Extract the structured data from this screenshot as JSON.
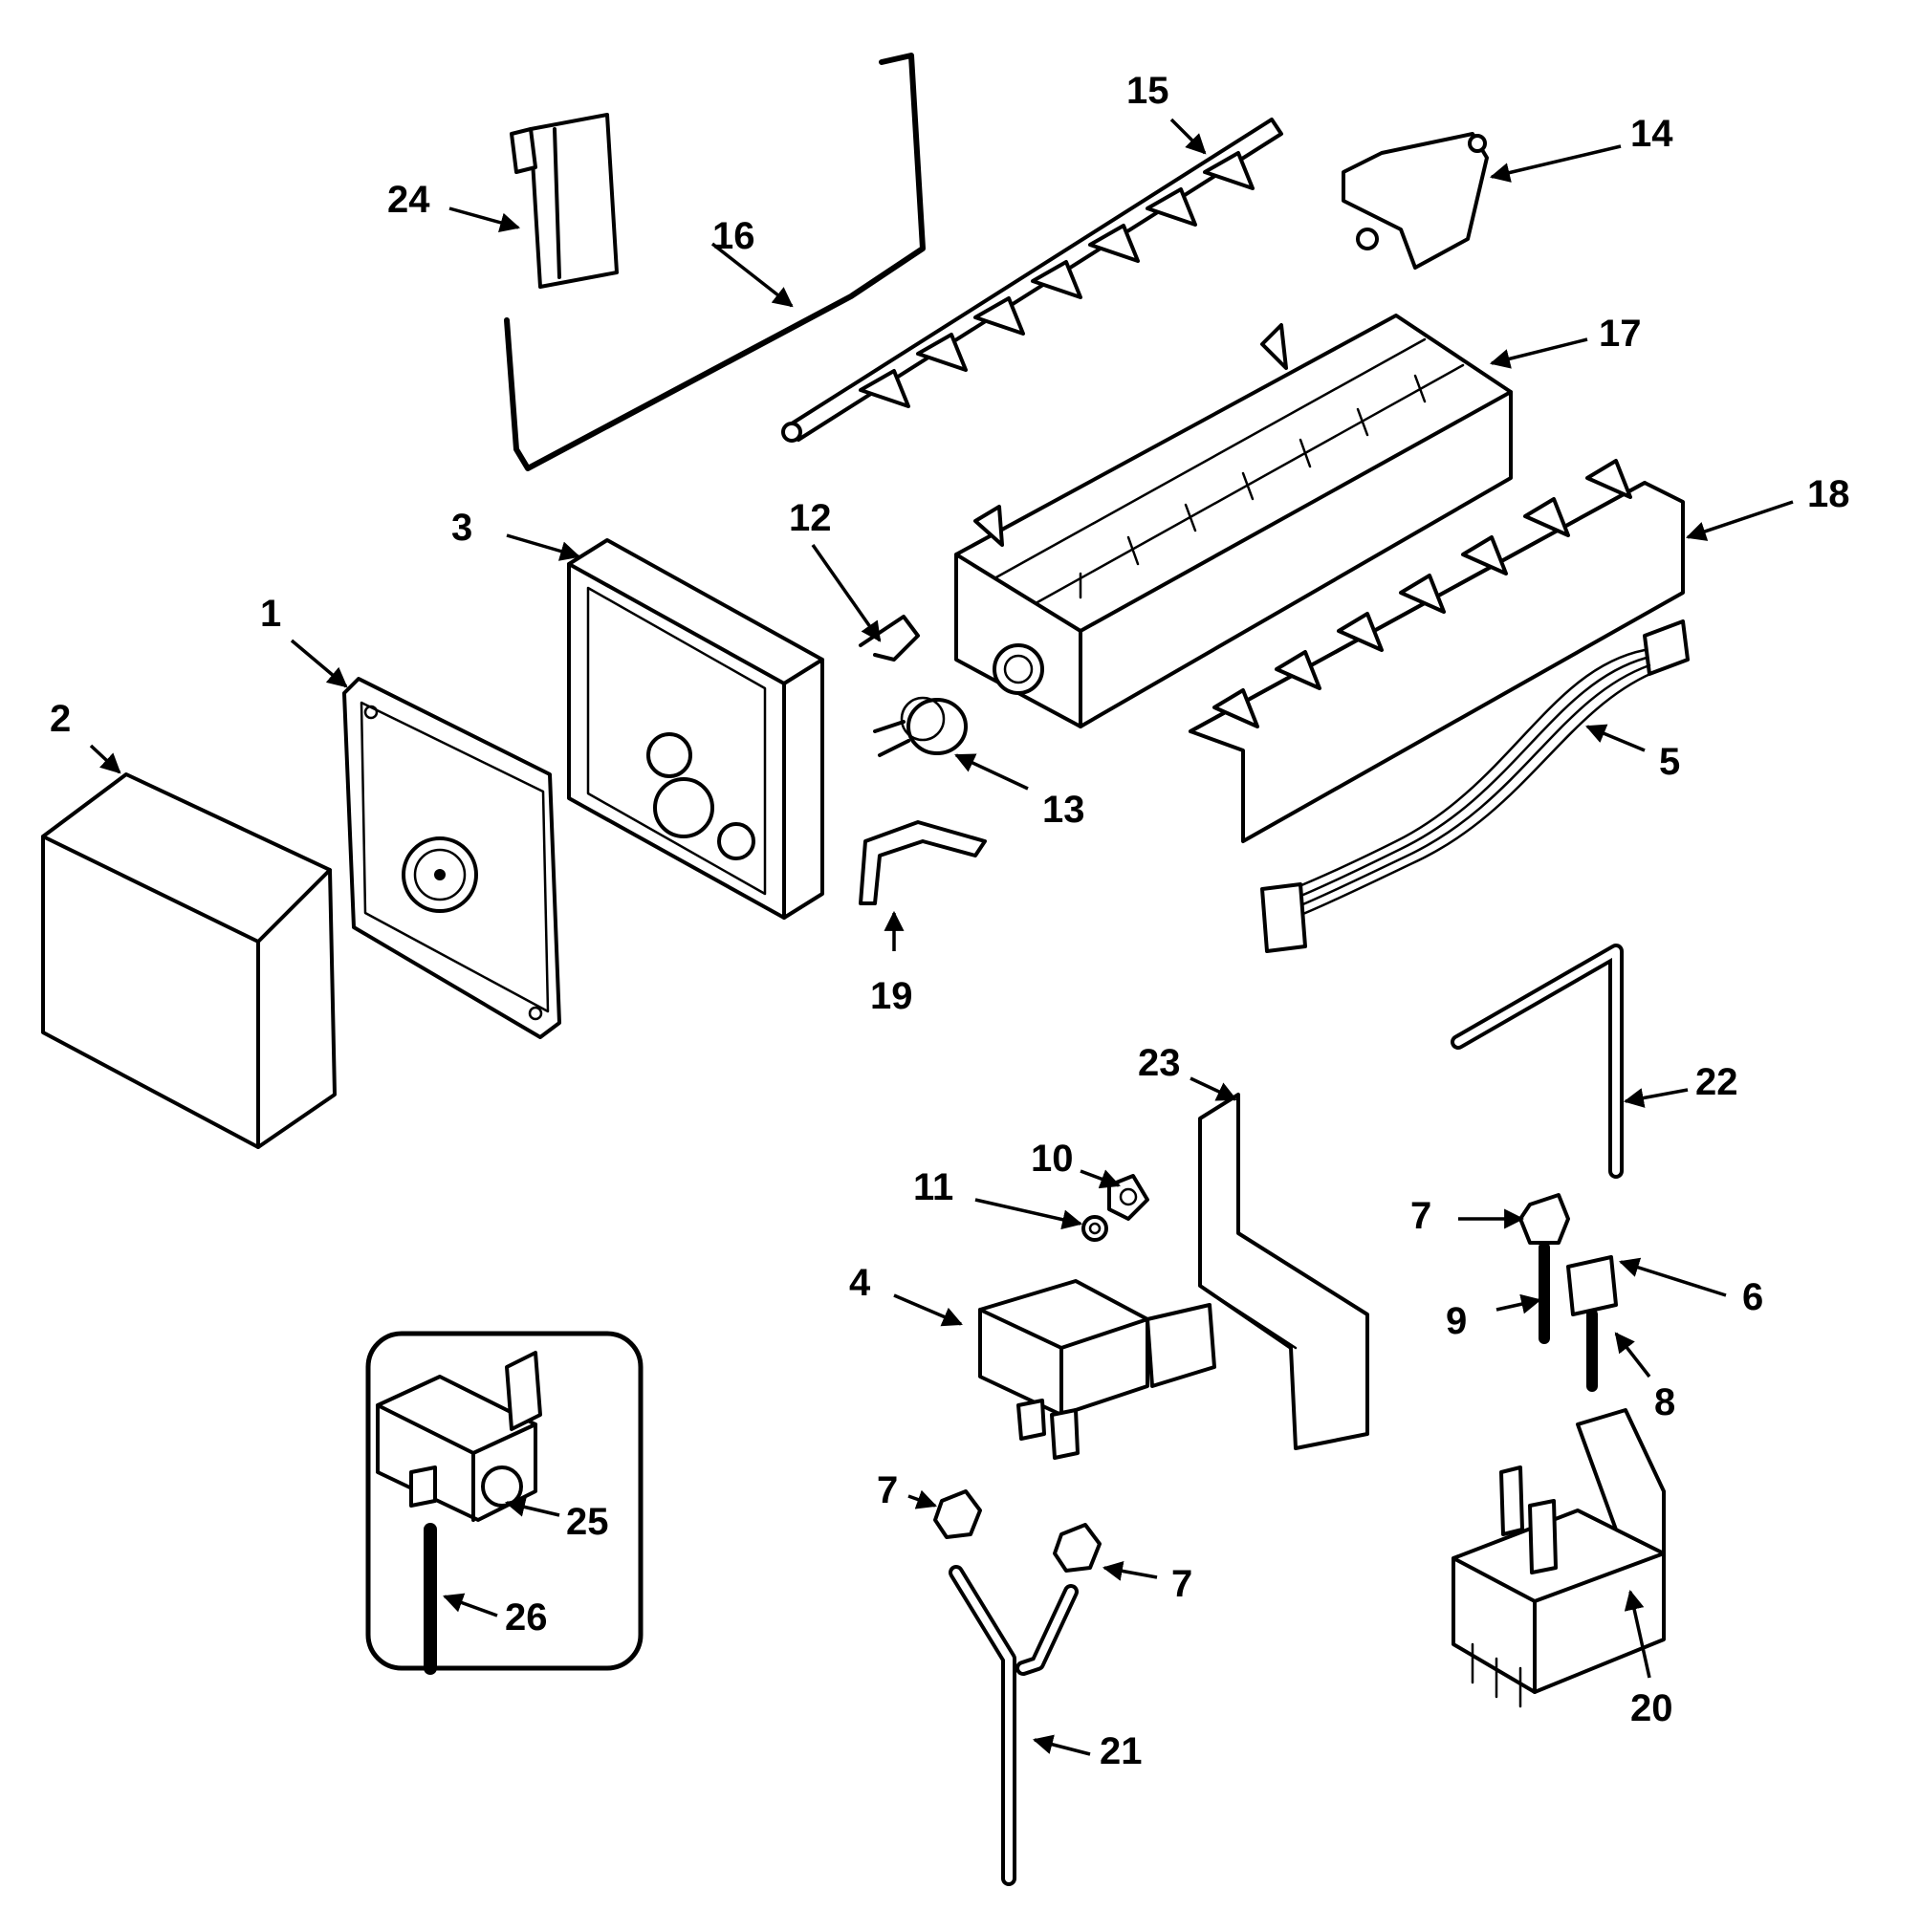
{
  "labels": {
    "p1": "1",
    "p2": "2",
    "p3": "3",
    "p4": "4",
    "p5": "5",
    "p6": "6",
    "p7a": "7",
    "p7b": "7",
    "p7c": "7",
    "p8": "8",
    "p9": "9",
    "p10": "10",
    "p11": "11",
    "p12": "12",
    "p13": "13",
    "p14": "14",
    "p15": "15",
    "p16": "16",
    "p17": "17",
    "p18": "18",
    "p19": "19",
    "p20": "20",
    "p21": "21",
    "p22": "22",
    "p23": "23",
    "p24": "24",
    "p25": "25",
    "p26": "26"
  }
}
